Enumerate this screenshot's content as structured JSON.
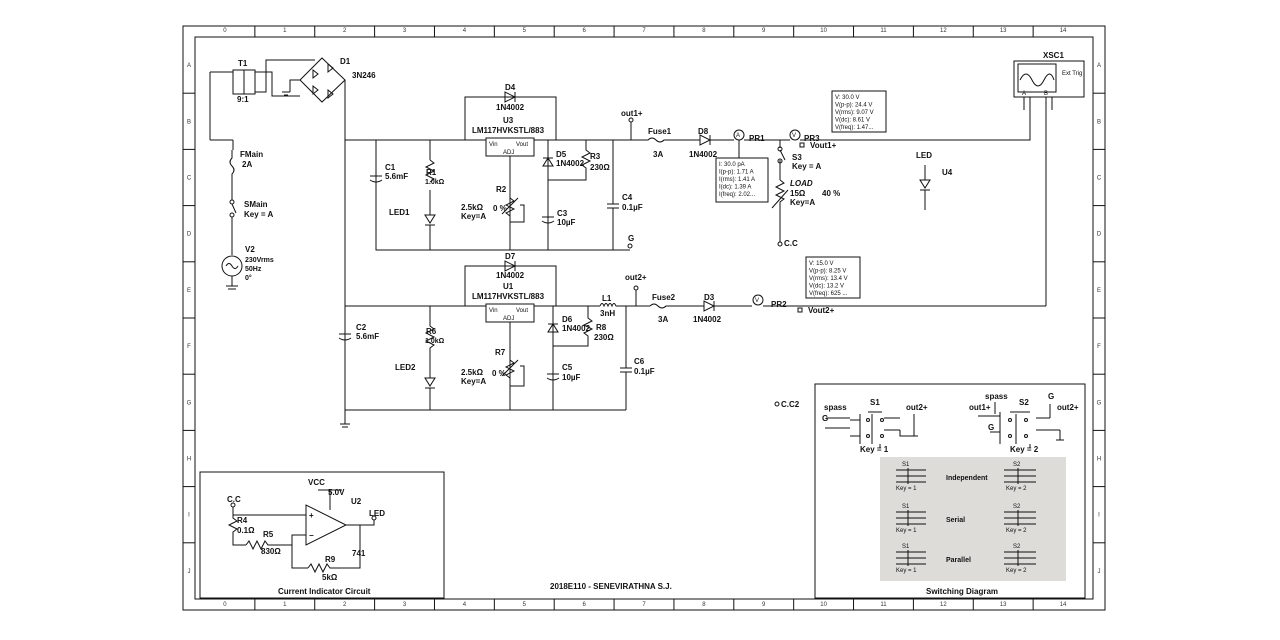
{
  "title_block": {
    "author": "2018E110 - SENEVIRATHNA S.J."
  },
  "grid": {
    "columns": [
      "0",
      "1",
      "2",
      "3",
      "4",
      "5",
      "6",
      "7",
      "8",
      "9",
      "10",
      "11",
      "12",
      "13",
      "14"
    ],
    "rows": [
      "A",
      "B",
      "C",
      "D",
      "E",
      "F",
      "G",
      "H",
      "I",
      "J"
    ]
  },
  "transformer": {
    "ref": "T1",
    "ratio": "9:1"
  },
  "bridge": {
    "ref": "D1",
    "part": "3N246"
  },
  "fuse_main": {
    "ref": "FMain",
    "rating": "2A"
  },
  "switch_main": {
    "ref": "SMain",
    "key": "Key = A"
  },
  "source": {
    "ref": "V2",
    "line1": "230Vrms",
    "line2": "50Hz",
    "line3": "0°"
  },
  "upper": {
    "c1": {
      "ref": "C1",
      "value": "5.6mF"
    },
    "r1": {
      "ref": "R1",
      "value": "1.0kΩ"
    },
    "led1": "LED1",
    "d4": {
      "ref": "D4",
      "part": "1N4002"
    },
    "u3": {
      "ref": "U3",
      "part": "LM117HVKSTL/883",
      "vin": "Vin",
      "vout": "Vout",
      "adj": "ADJ"
    },
    "d5": {
      "ref": "D5",
      "part": "1N4002"
    },
    "r3": {
      "ref": "R3",
      "value": "230Ω"
    },
    "r2": {
      "ref": "R2",
      "value": "2.5kΩ",
      "pct": "0 %",
      "key": "Key=A"
    },
    "c3": {
      "ref": "C3",
      "value": "10µF"
    },
    "c4": {
      "ref": "C4",
      "value": "0.1µF"
    },
    "gnd": "G",
    "out": "out1+",
    "fuse": {
      "ref": "Fuse1",
      "rating": "3A"
    },
    "d8": {
      "ref": "D8",
      "part": "1N4002"
    },
    "probe": "PR1",
    "probe3": "PR3",
    "vout": "Vout1+"
  },
  "lower": {
    "d7": {
      "ref": "D7",
      "part": "1N4002"
    },
    "u1": {
      "ref": "U1",
      "part": "LM117HVKSTL/883",
      "vin": "Vin",
      "vout": "Vout",
      "adj": "ADJ"
    },
    "c2": {
      "ref": "C2",
      "value": "5.6mF"
    },
    "r6": {
      "ref": "R6",
      "value": "1.0kΩ"
    },
    "led2": "LED2",
    "d6": {
      "ref": "D6",
      "part": "1N4002"
    },
    "r8": {
      "ref": "R8",
      "value": "230Ω"
    },
    "r7": {
      "ref": "R7",
      "value": "2.5kΩ",
      "pct": "0 %",
      "key": "Key=A"
    },
    "c5": {
      "ref": "C5",
      "value": "10µF"
    },
    "c6": {
      "ref": "C6",
      "value": "0.1µF"
    },
    "l1": {
      "ref": "L1",
      "value": "3nH"
    },
    "out": "out2+",
    "fuse": {
      "ref": "Fuse2",
      "rating": "3A"
    },
    "d3": {
      "ref": "D3",
      "part": "1N4002"
    },
    "probe": "PR2",
    "vout": "Vout2+"
  },
  "current_probe": [
    "I: 30.0 pA",
    "I(p-p): 1.71 A",
    "I(rms): 1.41 A",
    "I(dc): 1.39 A",
    "I(freq): 2.02..."
  ],
  "voltage_probe_1": [
    "V: 30.0 V",
    "V(p-p): 24.4 V",
    "V(rms): 9.07 V",
    "V(dc): 8.61 V",
    "V(freq): 1.47..."
  ],
  "voltage_probe_2": [
    "V: 15.0 V",
    "V(p-p): 8.25 V",
    "V(rms): 13.4 V",
    "V(dc): 13.2 V",
    "V(freq): 625 ..."
  ],
  "load": {
    "s3": "S3",
    "key": "Key = A",
    "label": "LOAD",
    "value": "15Ω",
    "key2": "Key=A",
    "pct": "40 %",
    "cc": "C.C"
  },
  "led_u4": {
    "led": "LED",
    "ref": "U4"
  },
  "scope": {
    "ref": "XSC1",
    "ext": "Ext Trig",
    "a": "A",
    "b": "B"
  },
  "cc2": "C.C2",
  "current_indicator": {
    "title": "Current Indicator Circuit",
    "vcc": "VCC",
    "v": "5.0V",
    "u2": "U2",
    "cc": "C.C",
    "r4": "R4",
    "r4v": "0.1Ω",
    "r5": "R5",
    "r5v": "830Ω",
    "r9": "R9",
    "r9v": "5kΩ",
    "led": "LED",
    "op": "741",
    "plus": "+",
    "minus": "−"
  },
  "switching": {
    "title": "Switching Diagram",
    "s1": "S1",
    "s2": "S2",
    "spass_left": "spass",
    "g_left": "G",
    "out2_left": "out2+",
    "key1": "Key = 1",
    "spass_right": "spass",
    "out1_right": "out1+",
    "g_right1": "G",
    "out2_right": "out2+",
    "g_right2": "G",
    "key2": "Key = 2",
    "modes": [
      "Independent",
      "Serial",
      "Parallel"
    ],
    "mini_s1": "S1",
    "mini_s2": "S2",
    "mini_key1": "Key = 1",
    "mini_key2": "Key = 2"
  }
}
